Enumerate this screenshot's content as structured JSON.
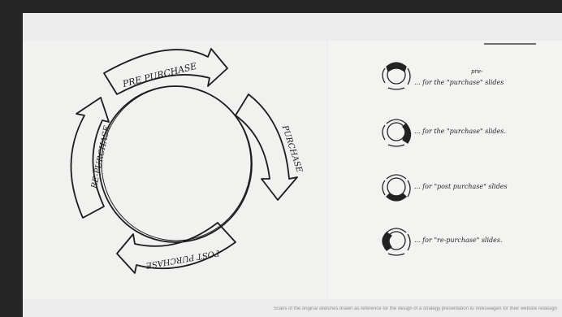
{
  "sketch_main": {
    "segments": [
      "PRE PURCHASE",
      "PURCHASE",
      "POST PURCHASE",
      "RE-PURCHASE"
    ]
  },
  "sketch_notes": {
    "rows": [
      {
        "text": "... for the \"purchase\" slides",
        "annotation": "pre-",
        "highlight": "top"
      },
      {
        "text": "... for the \"purchase\" slides.",
        "highlight": "right"
      },
      {
        "text": "... for \"post purchase\" slides",
        "highlight": "bottom"
      },
      {
        "text": "... for \"re-purchase\" slides.",
        "highlight": "left"
      }
    ]
  },
  "caption": "Scans of the original sketches drawn as reference for the design of a strategy presentation to Volkswagen for their website redesign",
  "colors": {
    "background": "#262626",
    "paper": "#f1f1f0",
    "ink": "#222222",
    "caption": "#8d8d8d"
  }
}
